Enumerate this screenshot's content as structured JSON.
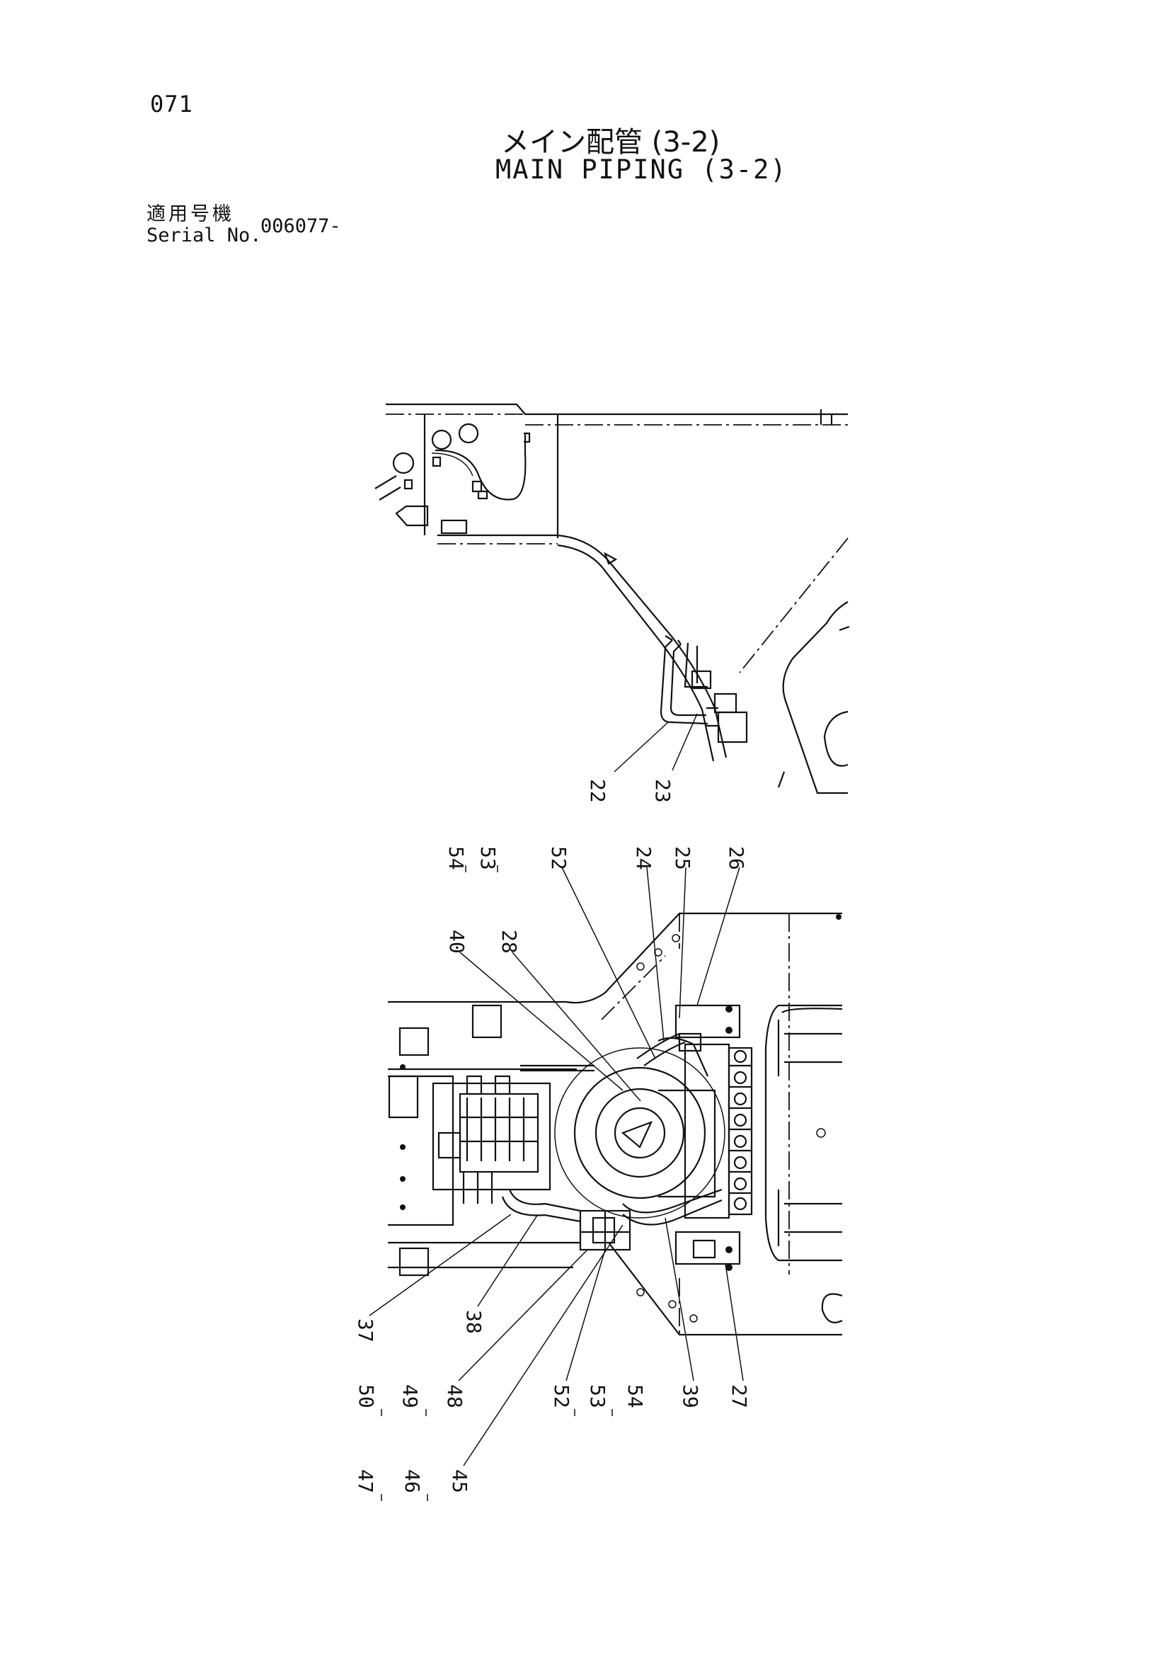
{
  "page_number": "071",
  "title_jp": "メイン配管 (3-2)",
  "title_en": "MAIN PIPING (3-2)",
  "serial": {
    "label_jp": "適用号機",
    "label_en": "Serial No.",
    "value": "006077-"
  },
  "callouts": {
    "upper": [
      "22",
      "23"
    ],
    "top": [
      "54",
      "53",
      "52",
      "24",
      "25",
      "26",
      "40",
      "28"
    ],
    "bottom": [
      "37",
      "38",
      "50",
      "49",
      "48",
      "52",
      "53",
      "54",
      "39",
      "27",
      "47",
      "46",
      "45"
    ]
  }
}
